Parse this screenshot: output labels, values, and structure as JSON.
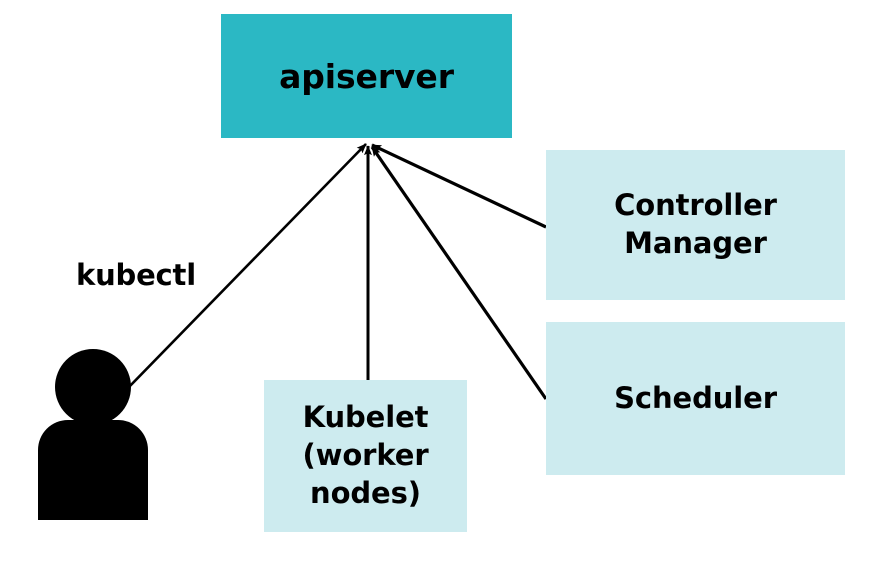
{
  "diagram": {
    "title": "Kubernetes control plane interaction diagram",
    "background_color": "#FFFFFF",
    "colors": {
      "apiserver_fill": "#2BB8C4",
      "component_fill": "#CDEBEF",
      "actor_fill": "#000000",
      "edge_stroke": "#000000",
      "text": "#000000"
    }
  },
  "nodes": {
    "apiserver": {
      "label": "apiserver",
      "fill": "#2BB8C4"
    },
    "controller_manager": {
      "label": "Controller\nManager",
      "fill": "#CDEBEF"
    },
    "scheduler": {
      "label": "Scheduler",
      "fill": "#CDEBEF"
    },
    "kubelet": {
      "label": "Kubelet\n(worker\nnodes)",
      "fill": "#CDEBEF"
    }
  },
  "actors": {
    "user": {
      "icon": "person-icon",
      "fill": "#000000"
    }
  },
  "edges": [
    {
      "id": "user-to-apiserver",
      "label": "kubectl",
      "from": "user",
      "to": "apiserver",
      "arrowhead": "to",
      "stroke": "#000000"
    },
    {
      "id": "kubelet-to-apiserver",
      "label": "",
      "from": "kubelet",
      "to": "apiserver",
      "arrowhead": "to",
      "stroke": "#000000"
    },
    {
      "id": "controller-manager-to-apiserver",
      "label": "",
      "from": "controller_manager",
      "to": "apiserver",
      "arrowhead": "to",
      "stroke": "#000000"
    },
    {
      "id": "scheduler-to-apiserver",
      "label": "",
      "from": "scheduler",
      "to": "apiserver",
      "arrowhead": "to",
      "stroke": "#000000"
    }
  ]
}
